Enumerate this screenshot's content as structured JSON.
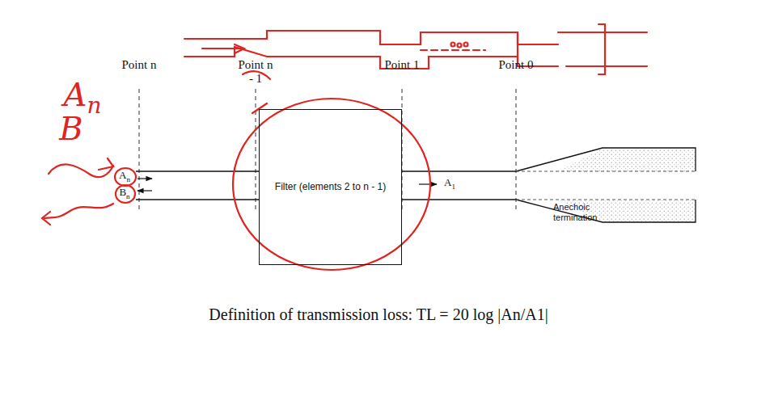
{
  "diagram": {
    "caption": "Definition of transmission loss: TL = 20 log |An/A1|",
    "nodes": [
      {
        "text": [
          "Filter (elements 2 to n - 1)"
        ]
      }
    ],
    "labels": [
      "Point n",
      "Point n - 1",
      "Point 1",
      "Point 0",
      "An",
      "Bn",
      "A1",
      "Anechoic termination",
      "An",
      "B"
    ]
  }
}
